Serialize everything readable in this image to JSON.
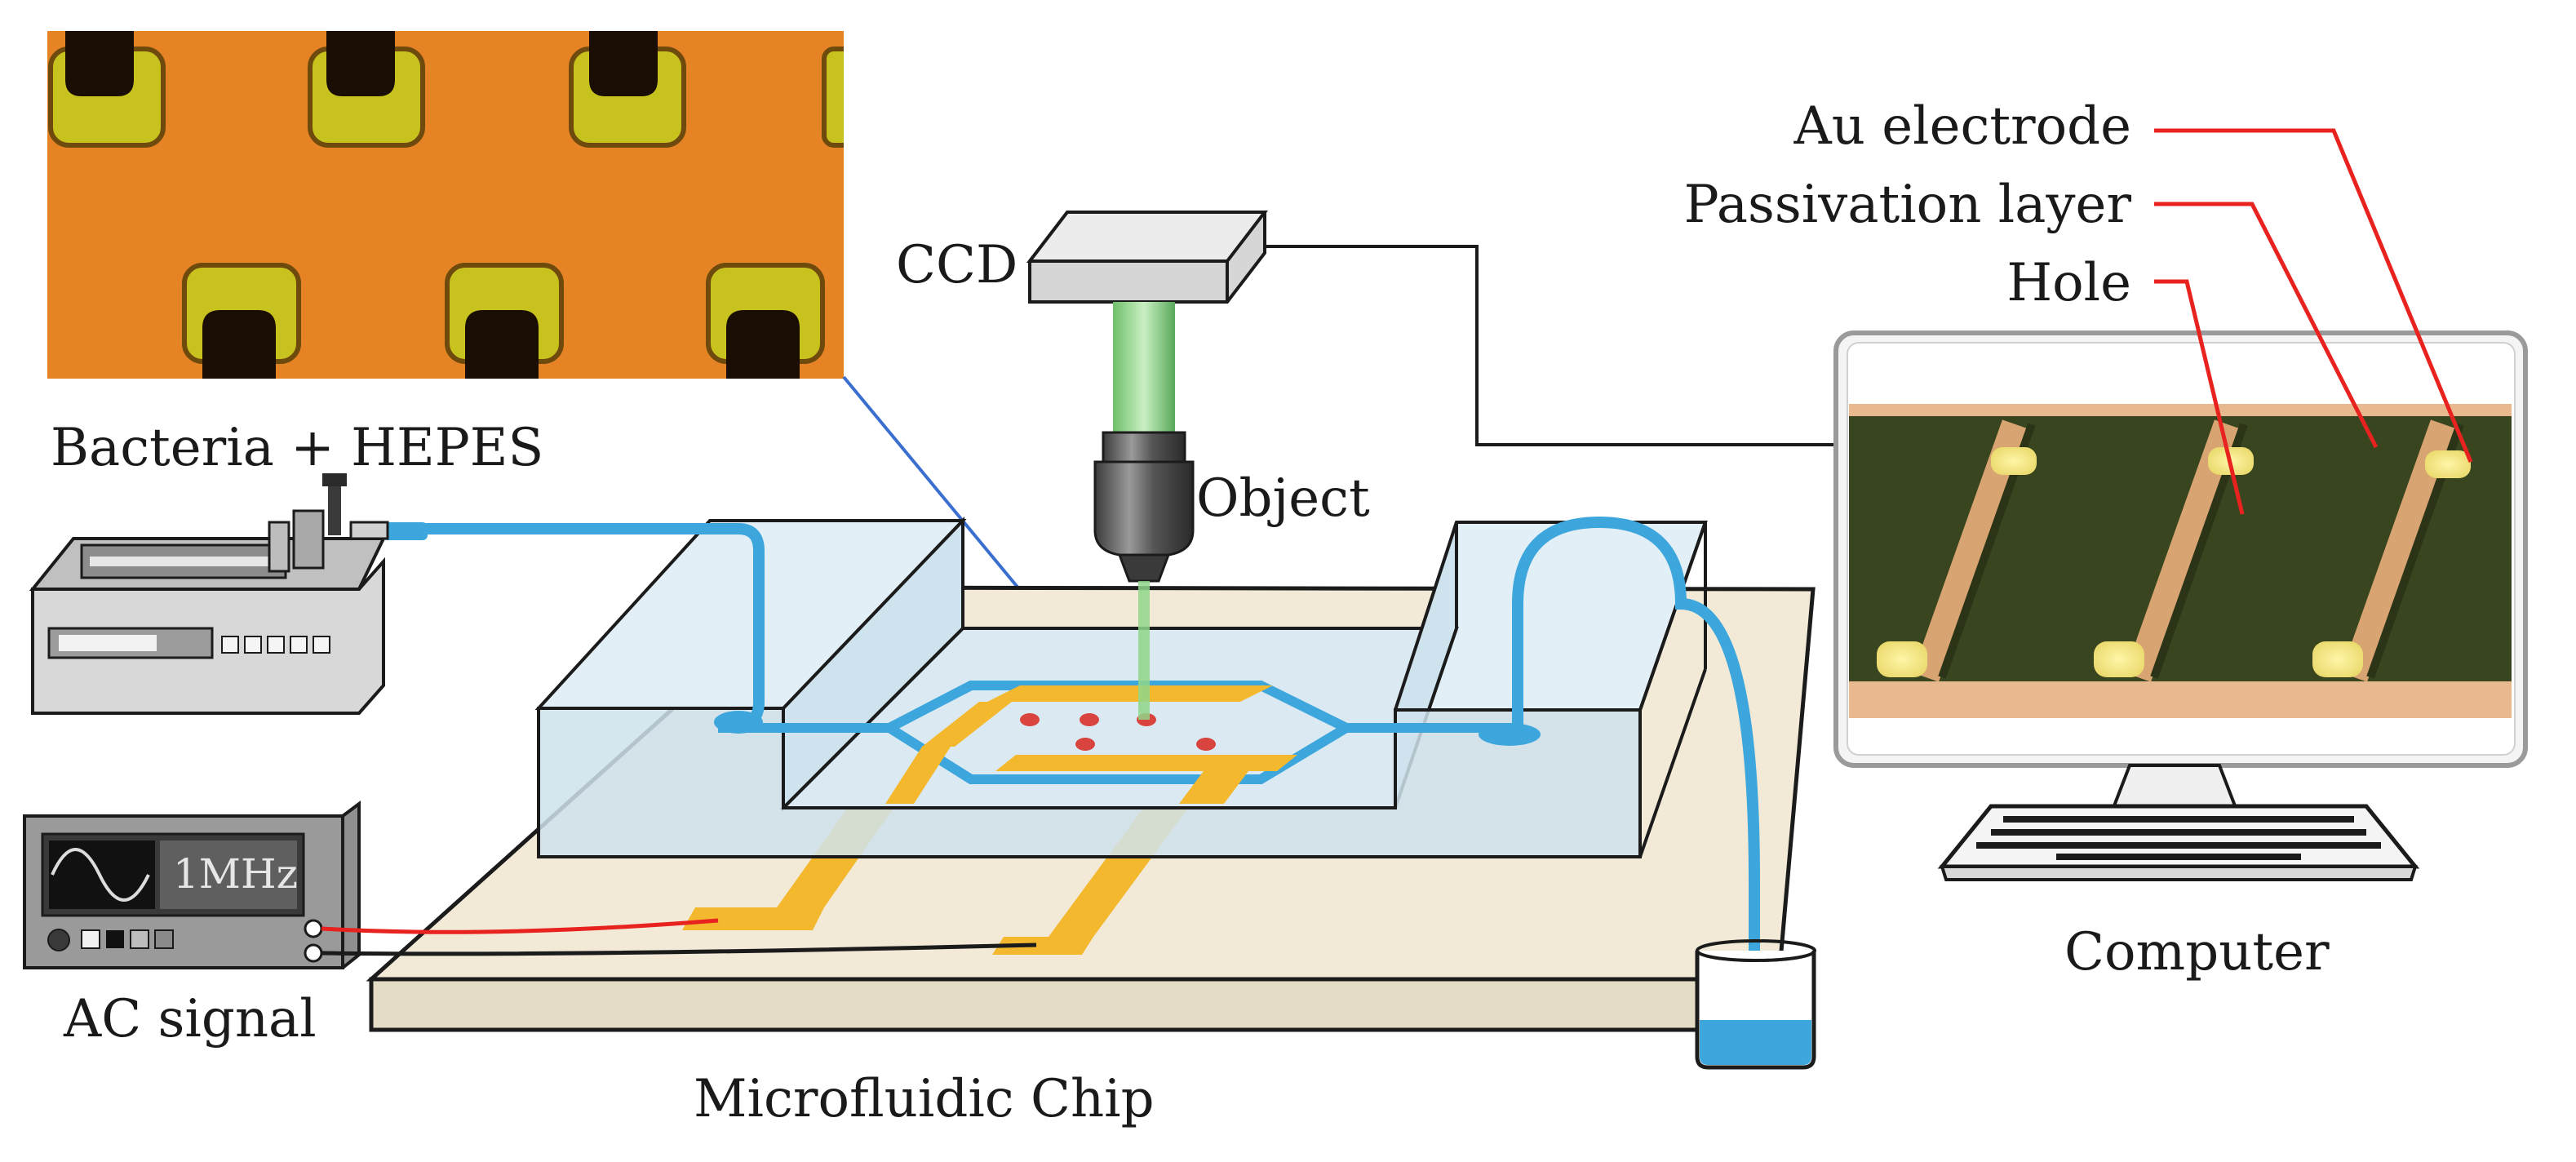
{
  "labels": {
    "bacteria": "Bacteria + HEPES",
    "ccd": "CCD",
    "objective": "Object",
    "frequency": "1MHz",
    "ac_signal": "AC signal",
    "chip": "Microfluidic Chip",
    "computer": "Computer",
    "callout_au": "Au electrode",
    "callout_passivation": "Passivation layer",
    "callout_hole": "Hole"
  },
  "colors": {
    "fluid": "#3da6dc",
    "electrode": "#f4b82e",
    "spot": "#d9443f",
    "callout": "#e8231f",
    "pointer": "#3a6fd0",
    "micrograph_orange": "#e27a1c",
    "monitor_green": "#39451f",
    "substrate": "#f2ead6",
    "chamber": "#d6e8f1"
  },
  "icons": [
    "syringe-pump-icon",
    "function-generator-icon",
    "microscope-icon",
    "monitor-icon",
    "keyboard-icon",
    "beaker-icon"
  ]
}
